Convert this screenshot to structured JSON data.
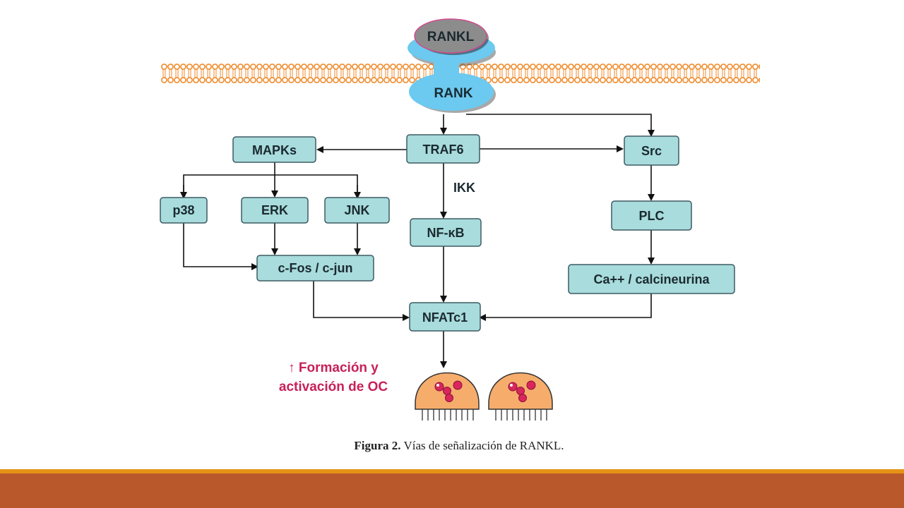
{
  "diagram": {
    "ligand": "RANKL",
    "receptor": "RANK",
    "nodes": {
      "traf6": "TRAF6",
      "mapks": "MAPKs",
      "src": "Src",
      "p38": "p38",
      "erk": "ERK",
      "jnk": "JNK",
      "ikk": "IKK",
      "nfkb": "NF-κB",
      "plc": "PLC",
      "cfos": "c-Fos / c-jun",
      "ca": "Ca++ / calcineurina",
      "nfatc1": "NFATc1"
    },
    "outcome": {
      "line1": "↑ Formación y",
      "line2": "activación de OC"
    }
  },
  "caption": {
    "label": "Figura 2.",
    "text": "Vías de señalización de RANKL."
  },
  "colors": {
    "node_fill": "#a9dcdc",
    "node_stroke": "#3d5b63",
    "receptor": "#6cc9ef",
    "ligand": "#8c8c8c",
    "membrane": "#f08a2a",
    "outcome_text": "#c8205a",
    "cell_fill": "#f6ad6c",
    "footer_band": "#b9582b",
    "footer_line": "#e59417"
  }
}
